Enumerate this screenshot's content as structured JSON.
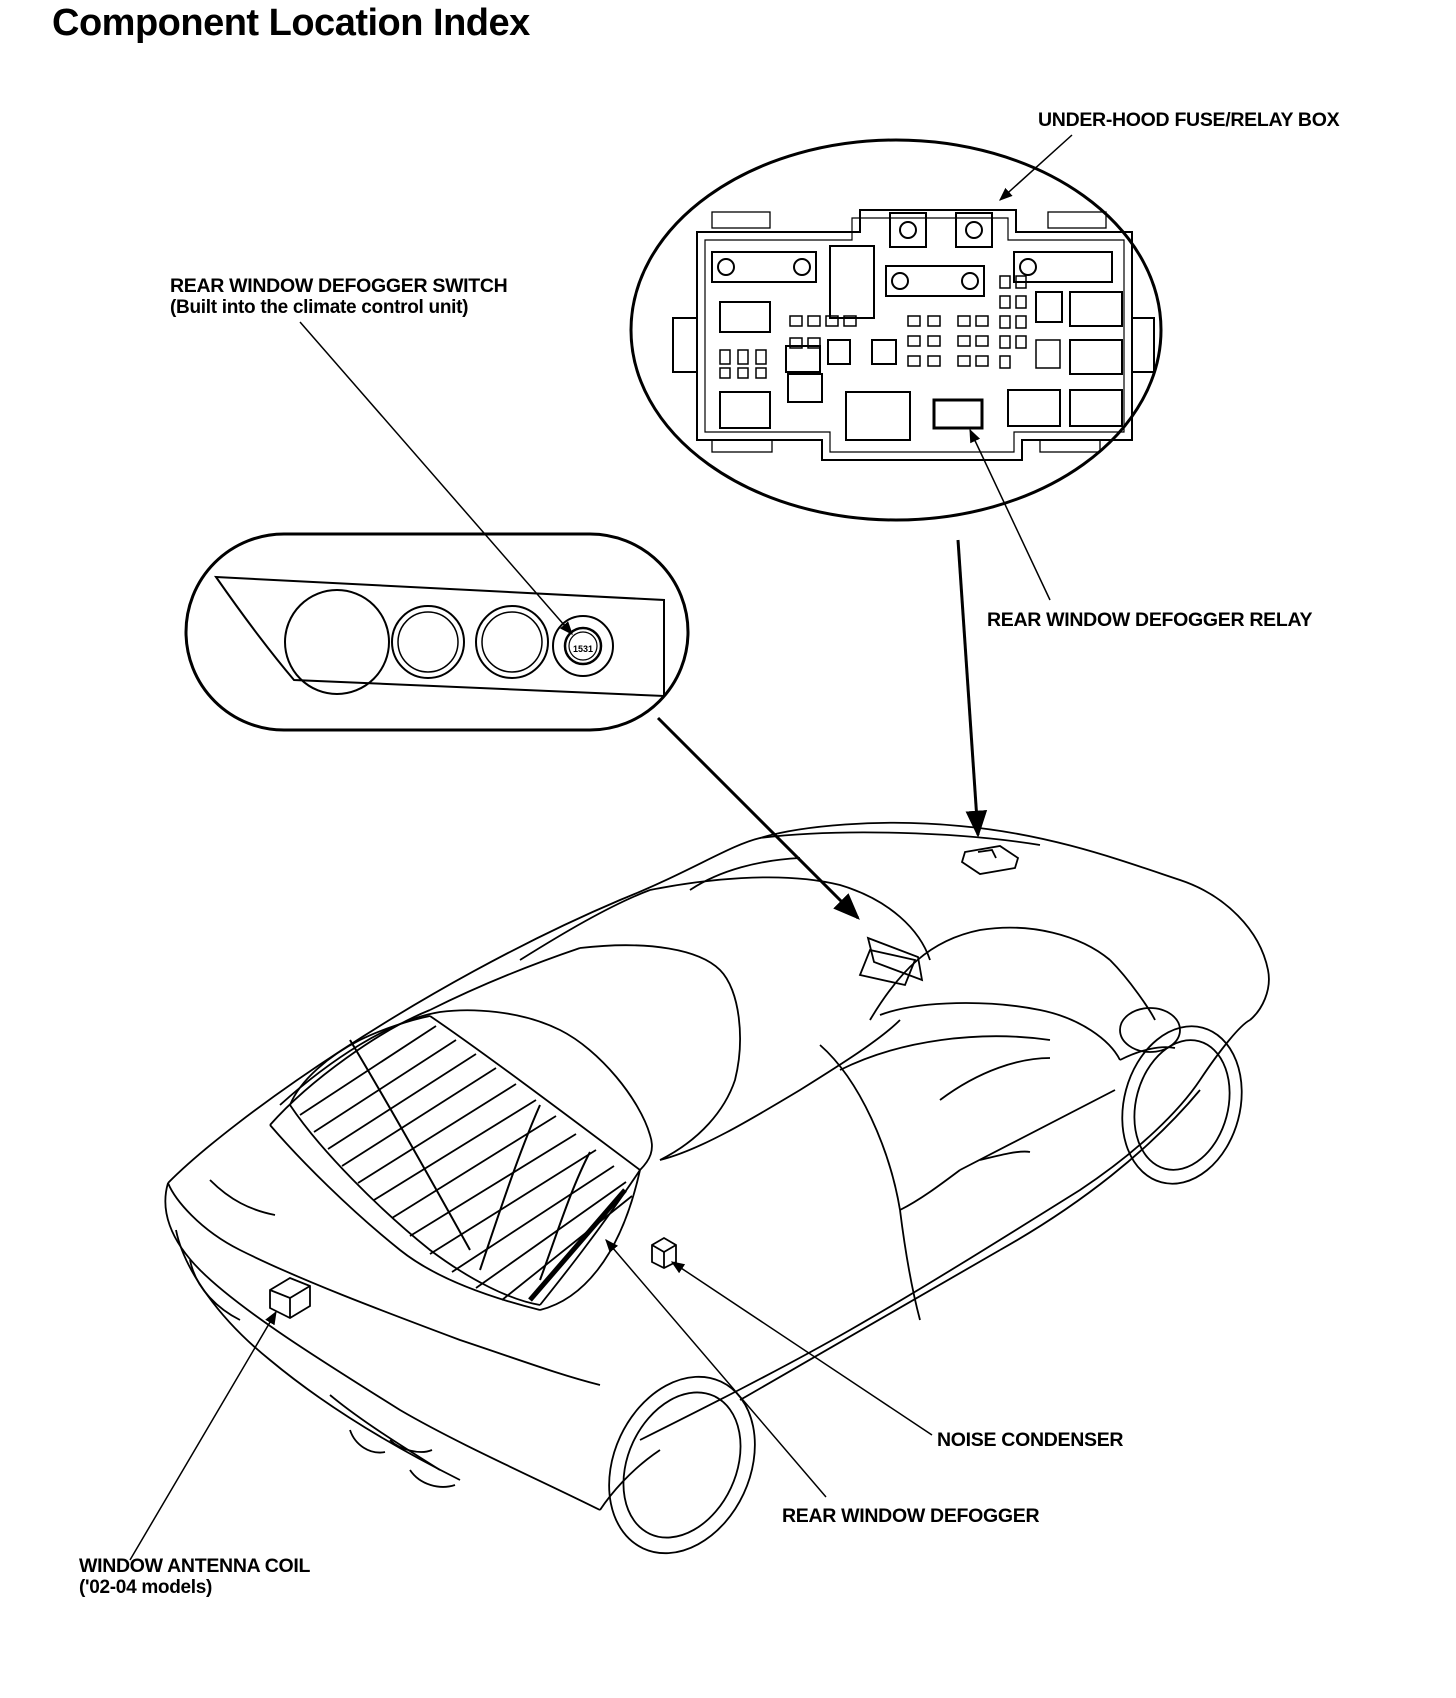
{
  "title": "Component Location Index",
  "labels": {
    "fuse_box": "UNDER-HOOD FUSE/RELAY BOX",
    "switch_line1": "REAR WINDOW DEFOGGER SWITCH",
    "switch_line2": "(Built into the climate control unit)",
    "relay": "REAR WINDOW DEFOGGER RELAY",
    "noise_condenser": "NOISE CONDENSER",
    "rear_defogger": "REAR WINDOW DEFOGGER",
    "antenna_line1": "WINDOW ANTENNA COIL",
    "antenna_line2": "('02-04 models)"
  },
  "climate_control": {
    "switch_text": "1531"
  }
}
